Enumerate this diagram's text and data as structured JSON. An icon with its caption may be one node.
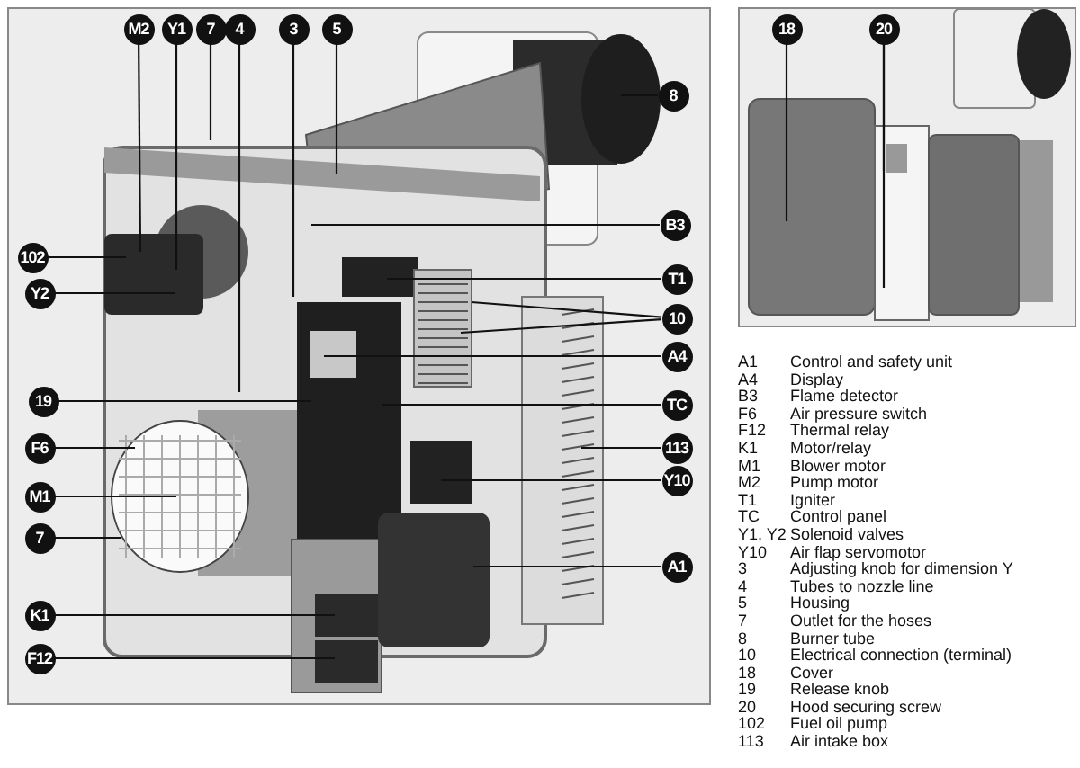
{
  "diagram": {
    "nodes": [
      {
        "text": [],
        "shape": "picture"
      },
      {
        "text": [],
        "shape": "picture"
      },
      {
        "text": [
          "M2"
        ],
        "in": 0
      },
      {
        "text": [
          "Y1"
        ],
        "in": 0
      },
      {
        "text": [
          "7"
        ],
        "in": 0
      },
      {
        "text": [
          "4"
        ],
        "in": 0
      },
      {
        "text": [
          "3"
        ],
        "in": 0
      },
      {
        "text": [
          "5"
        ],
        "in": 0
      },
      {
        "text": [
          "8"
        ],
        "in": 0
      },
      {
        "text": [
          "B3"
        ],
        "in": 0
      },
      {
        "text": [
          "102"
        ],
        "in": 0
      },
      {
        "text": [
          "Y2"
        ],
        "in": 0
      },
      {
        "text": [
          "T1"
        ],
        "in": 0
      },
      {
        "text": [
          "10"
        ],
        "in": 0
      },
      {
        "text": [
          "A4"
        ],
        "in": 0
      },
      {
        "text": [
          "19"
        ],
        "in": 0
      },
      {
        "text": [
          "TC"
        ],
        "in": 0
      },
      {
        "text": [
          "F6"
        ],
        "in": 0
      },
      {
        "text": [
          "113"
        ],
        "in": 0
      },
      {
        "text": [
          "M1"
        ],
        "in": 0
      },
      {
        "text": [
          "Y10"
        ],
        "in": 0
      },
      {
        "text": [
          "7"
        ],
        "in": 0
      },
      {
        "text": [
          "A1"
        ],
        "in": 0
      },
      {
        "text": [
          "K1"
        ],
        "in": 0
      },
      {
        "text": [
          "F12"
        ],
        "in": 0
      },
      {
        "text": [
          "18"
        ],
        "in": 1
      },
      {
        "text": [
          "20"
        ],
        "in": 1
      }
    ],
    "edges": [
      {
        "from": 2,
        "to": null,
        "arrow": "none"
      },
      {
        "from": 3,
        "to": null,
        "arrow": "none"
      },
      {
        "from": 4,
        "to": null,
        "arrow": "none"
      },
      {
        "from": 5,
        "to": null,
        "arrow": "none"
      },
      {
        "from": 6,
        "to": null,
        "arrow": "none"
      },
      {
        "from": 7,
        "to": null,
        "arrow": "none"
      },
      {
        "from": 8,
        "to": null,
        "arrow": "none"
      },
      {
        "from": 9,
        "to": null,
        "arrow": "none"
      },
      {
        "from": 10,
        "to": null,
        "arrow": "none"
      },
      {
        "from": 11,
        "to": null,
        "arrow": "none"
      },
      {
        "from": 12,
        "to": null,
        "arrow": "none"
      },
      {
        "from": 13,
        "to": null,
        "arrow": "none"
      },
      {
        "from": 13,
        "to": null,
        "arrow": "none"
      },
      {
        "from": 14,
        "to": null,
        "arrow": "none"
      },
      {
        "from": 15,
        "to": null,
        "arrow": "none"
      },
      {
        "from": 16,
        "to": null,
        "arrow": "none"
      },
      {
        "from": 17,
        "to": null,
        "arrow": "none"
      },
      {
        "from": 18,
        "to": null,
        "arrow": "none"
      },
      {
        "from": 19,
        "to": null,
        "arrow": "none"
      },
      {
        "from": 20,
        "to": null,
        "arrow": "none"
      },
      {
        "from": 21,
        "to": null,
        "arrow": "none"
      },
      {
        "from": 22,
        "to": null,
        "arrow": "none"
      },
      {
        "from": 23,
        "to": null,
        "arrow": "none"
      },
      {
        "from": 24,
        "to": null,
        "arrow": "none"
      },
      {
        "from": 25,
        "to": null,
        "arrow": "none"
      },
      {
        "from": 26,
        "to": null,
        "arrow": "none"
      },
      {
        "from": 26,
        "to": null,
        "arrow": "none"
      }
    ],
    "labels": [
      "A1",
      "Control and safety unit",
      "A4",
      "Display",
      "B3",
      "Flame detector",
      "F6",
      "Air pressure switch",
      "F12",
      "Thermal relay",
      "K1",
      "Motor/relay",
      "M1",
      "Blower motor",
      "M2",
      "Pump motor",
      "T1",
      "Igniter",
      "TC",
      "Control panel",
      "Y1, Y2",
      "Solenoid valves",
      "Y10",
      "Air flap servomotor",
      "3",
      "Adjusting knob for dimension Y",
      "4",
      "Tubes to nozzle line",
      "5",
      "Housing",
      "7",
      "Outlet for the hoses",
      "8",
      "Burner tube",
      "10",
      "Electrical connection (terminal)",
      "18",
      "Cover",
      "19",
      "Release knob",
      "20",
      "Hood securing screw",
      "102",
      "Fuel oil pump",
      "113",
      "Air intake box"
    ]
  }
}
